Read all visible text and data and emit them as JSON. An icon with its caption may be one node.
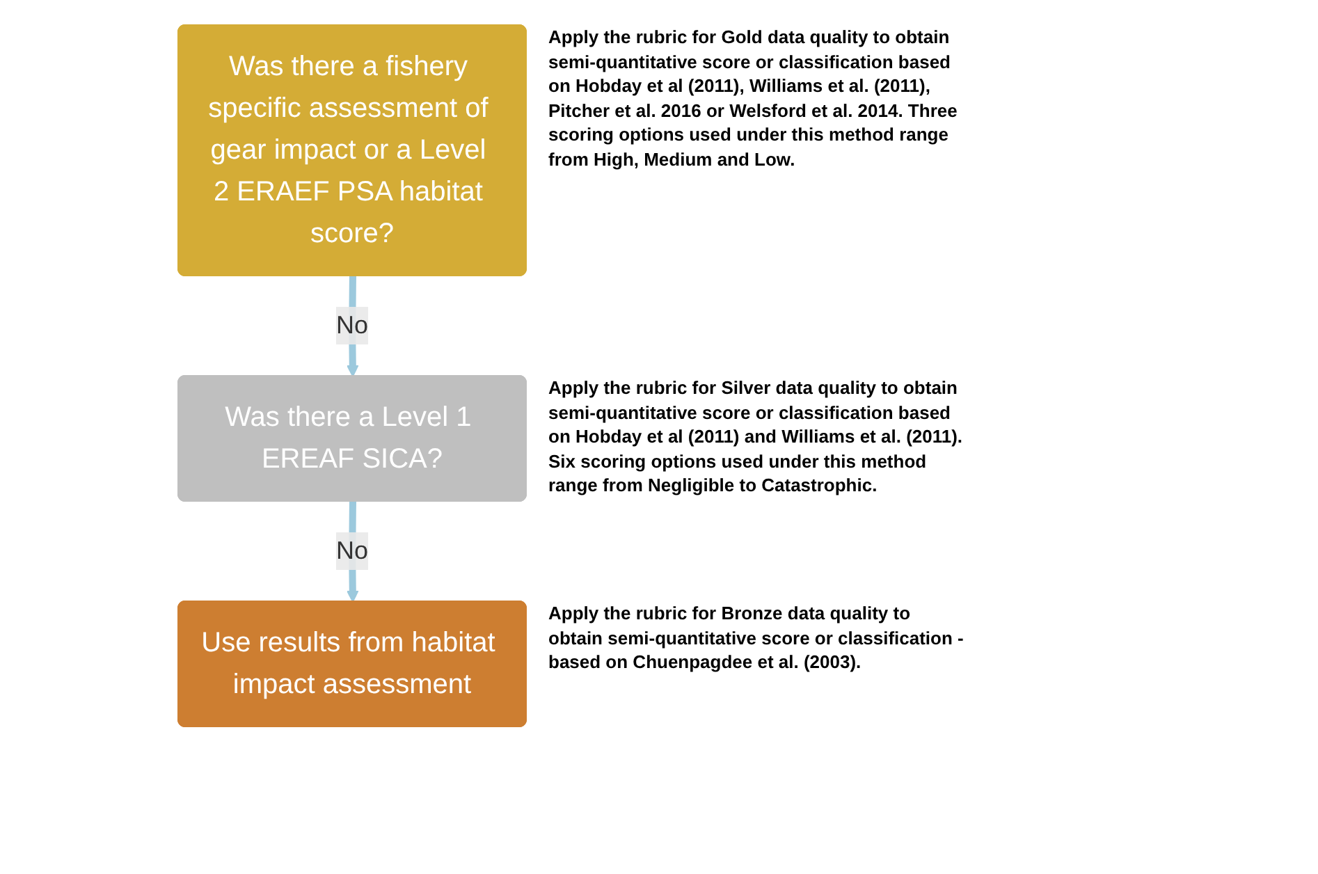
{
  "diagram": {
    "nodes": [
      {
        "text": [
          "Was there a fishery specific assessment of gear impact or a Level 2 ERAEF PSA habitat score?"
        ],
        "beside": [
          "Apply the rubric for Gold data quality to obtain semi-quantitative score or classification based on Hobday et al (2011), Williams et al. (2011), Pitcher et al. 2016 or Welsford et al. 2014. Three scoring options used under this method range from High, Medium and Low."
        ]
      },
      {
        "text": [
          "Was there a Level 1 EREAF SICA?"
        ],
        "beside": [
          "Apply the rubric for Silver data quality to obtain semi-quantitative score or classification based on Hobday et al (2011) and Williams et al. (2011). Six scoring options used under this method range from Negligible to Catastrophic."
        ]
      },
      {
        "text": [
          "Use results from habitat impact assessment"
        ],
        "beside": [
          "Apply the rubric for Bronze data quality to obtain semi-quantitative score or classification - based on Chuenpagdee et al. (2003)."
        ]
      }
    ],
    "edges": [
      {
        "from": 0,
        "to": 1,
        "arrow": "to",
        "label": "No"
      },
      {
        "from": 1,
        "to": 2,
        "arrow": "to",
        "label": "No"
      }
    ]
  }
}
